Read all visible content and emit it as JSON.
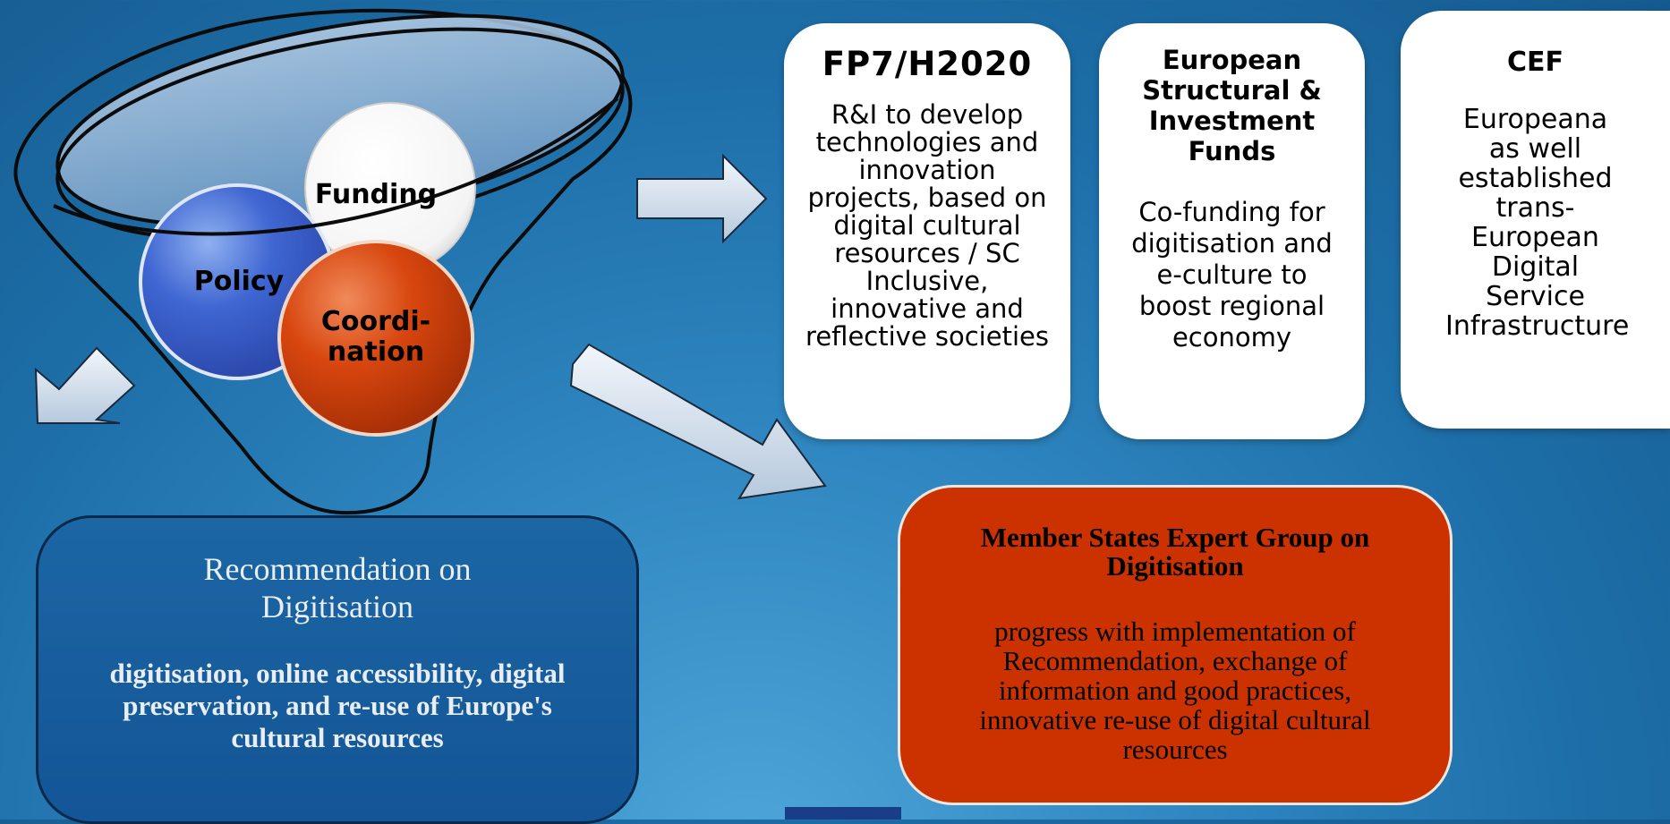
{
  "funnel": {
    "circles": {
      "funding": "Funding",
      "policy": "Policy",
      "coordination": "Coordi-\nnation"
    }
  },
  "cards": [
    {
      "title": "FP7/H2020",
      "body": "R&I to develop technologies and innovation projects, based on digital cultural resources / SC Inclusive, innovative and reflective societies"
    },
    {
      "title": "European Structural & Investment Funds",
      "body": "Co-funding for digitisation and e-culture to boost regional economy"
    },
    {
      "title": "CEF",
      "body": "Europeana as well established trans-European Digital Service Infrastructure"
    }
  ],
  "recommendation": {
    "title": "Recommendation on Digitisation",
    "body": "digitisation, online accessibility, digital preservation, and re-use of Europe's cultural resources"
  },
  "expert_group": {
    "title": "Member States Expert Group on Digitisation",
    "body": "progress with implementation of Recommendation, exchange of information and good practices, innovative re-use of digital cultural resources"
  },
  "colors": {
    "funding_circle": "#ffffff",
    "policy_circle": "#3a5fcd",
    "coordination_circle": "#cc3a08",
    "recommendation_box": "#135596",
    "expert_box": "#cc3200"
  }
}
